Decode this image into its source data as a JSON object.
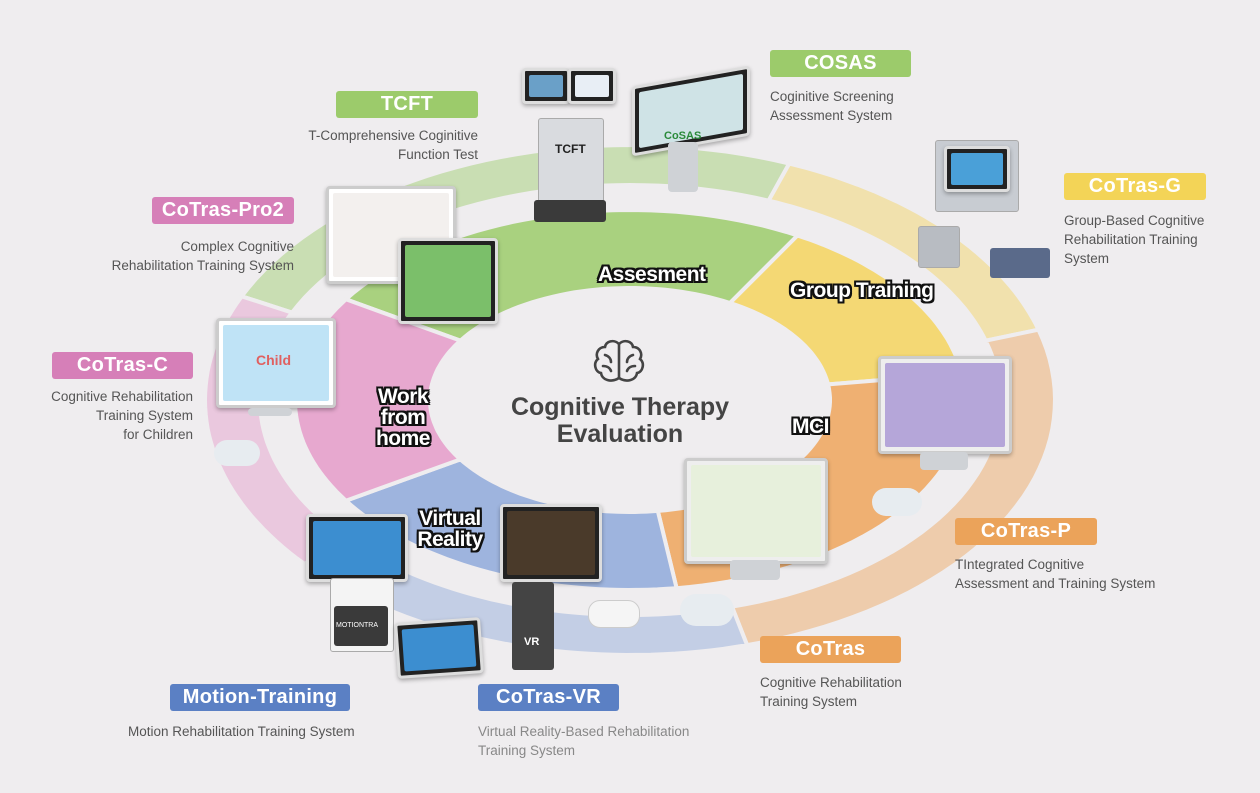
{
  "colors": {
    "assessment": "#9ccb6b",
    "group_training": "#f4d35e",
    "mci": "#eea55c",
    "virtual_reality": "#8fa9da",
    "work_from_home": "#e59bc9",
    "badge_green": "#9ccb6b",
    "badge_yellow": "#f3d457",
    "badge_pink": "#d67fb8",
    "badge_orange": "#eba35a",
    "badge_blue": "#5b80c4"
  },
  "center": {
    "icon": "brain-icon",
    "title_line1": "Cognitive Therapy",
    "title_line2": "Evaluation"
  },
  "sectors": {
    "assessment": "Assesment",
    "group_training": "Group Training",
    "mci": "MCI",
    "virtual_reality_1": "Virtual",
    "virtual_reality_2": "Reality",
    "work_from_home_1": "Work",
    "work_from_home_2": "from",
    "work_from_home_3": "home"
  },
  "products": {
    "tcft": {
      "name": "TCFT",
      "desc": "T-Comprehensive Coginitive\nFunction Test"
    },
    "cosas": {
      "name": "COSAS",
      "desc": "Coginitive Screening\nAssessment System"
    },
    "cotras_g": {
      "name": "CoTras-G",
      "desc": "Group-Based Cognitive\nRehabilitation Training\nSystem"
    },
    "cotras_pro2": {
      "name": "CoTras-Pro2",
      "desc": "Complex Cognitive\nRehabilitation Training System"
    },
    "cotras_c": {
      "name": "CoTras-C",
      "desc": "Cognitive Rehabilitation\nTraining System\nfor Children"
    },
    "cotras_p": {
      "name": "CoTras-P",
      "desc": "TIntegrated Cognitive\nAssessment and Training System"
    },
    "cotras": {
      "name": "CoTras",
      "desc": "Cognitive Rehabilitation\nTraining System"
    },
    "cotras_vr": {
      "name": "CoTras-VR",
      "desc": "Virtual Reality-Based Rehabilitation\nTraining System"
    },
    "motion_training": {
      "name": "Motion-Training",
      "desc": "Motion Rehabilitation Training System"
    }
  },
  "device_labels": {
    "tcft_cart": "TCFT",
    "cosas_kiosk": "CoSAS",
    "child_screen": "Child",
    "motion_cabinet": "MOTIONTRA",
    "vr_cabinet": "VR"
  }
}
